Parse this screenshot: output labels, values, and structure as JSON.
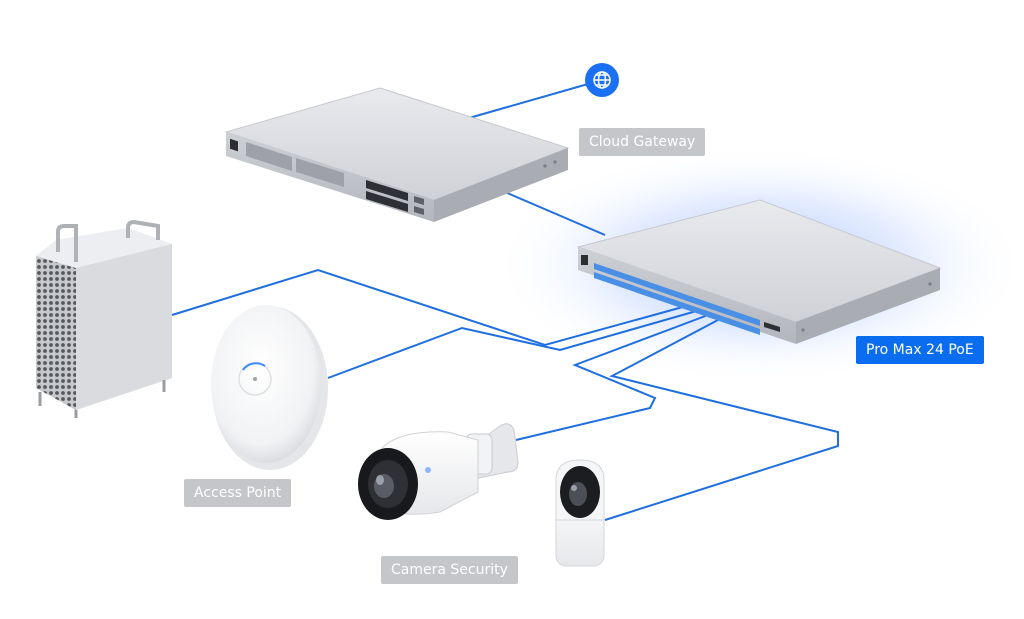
{
  "labels": {
    "cloud_gateway": "Cloud Gateway",
    "switch": "Pro Max 24 PoE",
    "access_point": "Access Point",
    "camera_security": "Camera Security"
  },
  "icons": {
    "internet": "globe-icon"
  },
  "colors": {
    "link": "#1f6fe0",
    "accent": "#0a6df0",
    "label_gray": "#c4c6c9",
    "port_blue": "#4a8fe6"
  }
}
